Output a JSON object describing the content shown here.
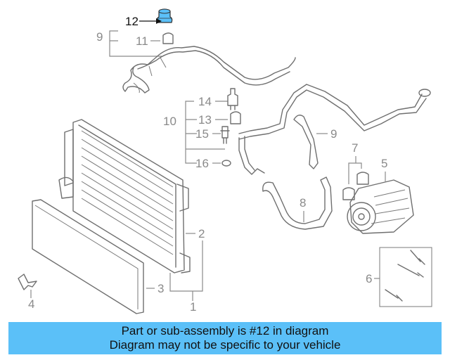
{
  "diagram": {
    "callouts": {
      "c1": "1",
      "c2": "2",
      "c3": "3",
      "c4": "4",
      "c5": "5",
      "c6": "6",
      "c7": "7",
      "c8": "8",
      "c9a": "9",
      "c9b": "9",
      "c10": "10",
      "c11": "11",
      "c12": "12",
      "c13": "13",
      "c14": "14",
      "c15": "15",
      "c16": "16"
    },
    "highlight_color": "#5bc0f8"
  },
  "banner": {
    "line1": "Part or sub-assembly is #12 in diagram",
    "line2": "Diagram may not be specific to your vehicle",
    "color": "#5bc0f8"
  }
}
